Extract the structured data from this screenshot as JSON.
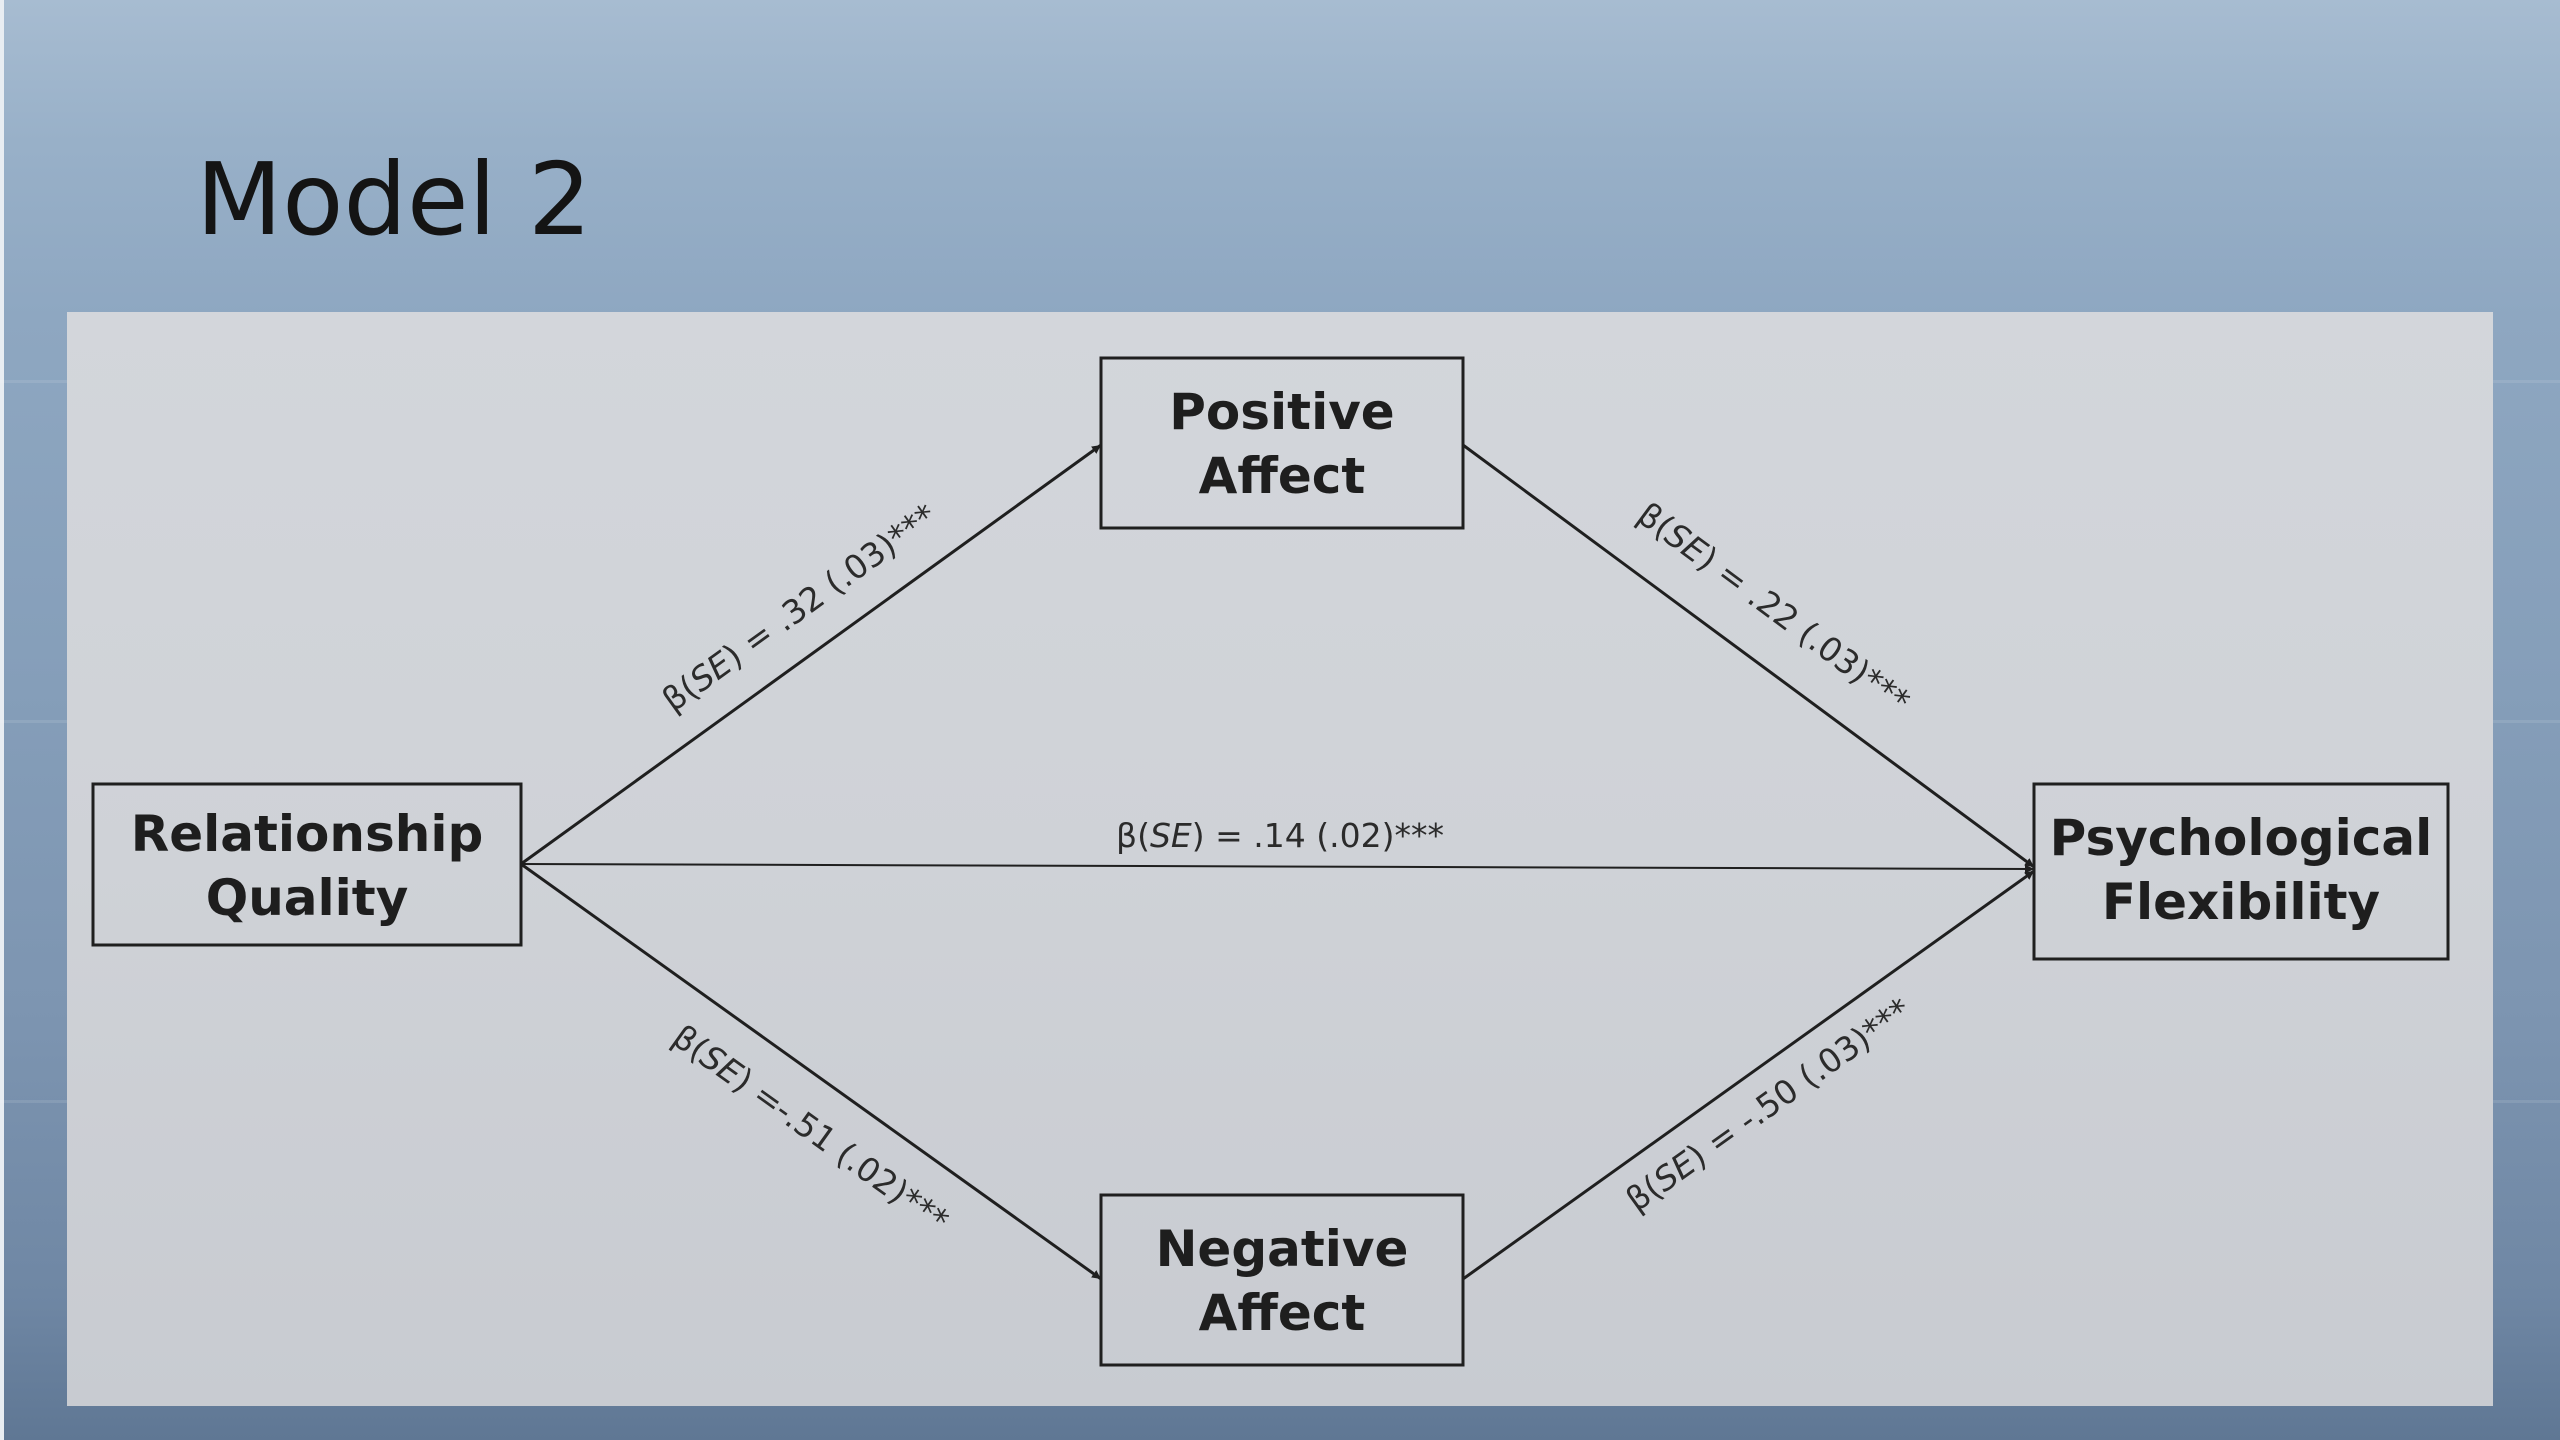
{
  "slide": {
    "title": "Model 2"
  },
  "diagram": {
    "nodes": {
      "relationship_quality": {
        "line1": "Relationship",
        "line2": "Quality"
      },
      "positive_affect": {
        "line1": "Positive",
        "line2": "Affect"
      },
      "negative_affect": {
        "line1": "Negative",
        "line2": "Affect"
      },
      "psychological_flexibility": {
        "line1": "Psychological",
        "line2": "Flexibility"
      }
    },
    "edges": {
      "rq_to_pa": {
        "prefix": "β(",
        "se": "SE",
        "value": ") = .32 (.03)***"
      },
      "pa_to_pf": {
        "prefix": "β(",
        "se": "SE",
        "value": ") = .22 (.03)***"
      },
      "rq_to_pf": {
        "prefix": "β(",
        "se": "SE",
        "value": ") = .14 (.02)***"
      },
      "rq_to_na": {
        "prefix": "β(",
        "se": "SE",
        "value": ") =-.51 (.02)***"
      },
      "na_to_pf": {
        "prefix": "β(",
        "se": "SE",
        "value": ") = -.50 (.03)***"
      }
    },
    "colors": {
      "panel": "#d0d3d8",
      "line": "#1f1f1f",
      "text": "#1e1e1e"
    }
  }
}
